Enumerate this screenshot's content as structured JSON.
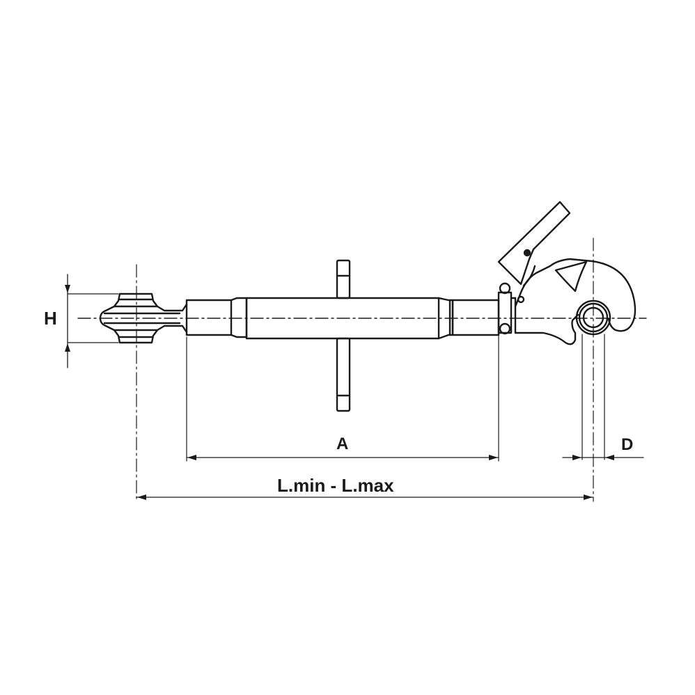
{
  "diagram": {
    "subject": "Top link with quick-release hook and ball joint end",
    "line_color": "#1a1a1a",
    "background": "#ffffff",
    "dimensions": {
      "height_label": "H",
      "adjust_length_label": "A",
      "total_length_label": "L.min - L.max",
      "hook_diameter_label": "D"
    },
    "parts": [
      "ball-joint-end",
      "threaded-tube",
      "adjusting-handle",
      "lock-pin",
      "quick-release-hook",
      "release-lever",
      "hook-ball-bushing"
    ]
  }
}
